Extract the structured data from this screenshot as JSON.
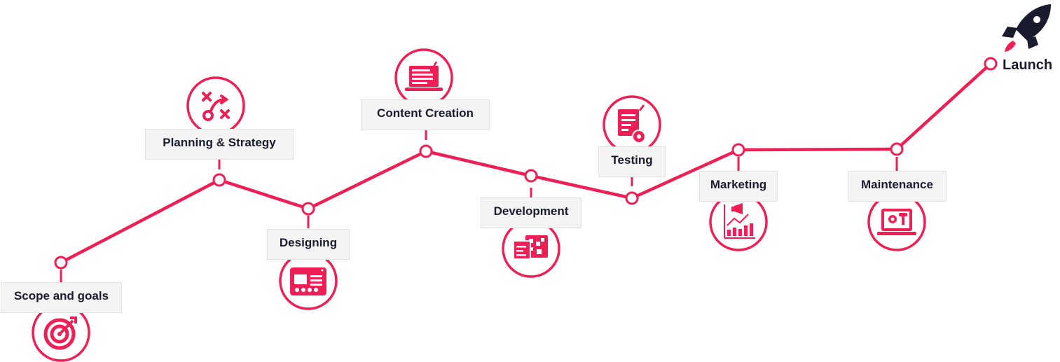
{
  "colors": {
    "accent": "#ef1f55",
    "dark": "#1b1b2f",
    "label_bg": "#f4f4f4"
  },
  "stages": [
    {
      "label": "Scope and goals",
      "icon": "target-icon"
    },
    {
      "label": "Planning & Strategy",
      "icon": "strategy-icon"
    },
    {
      "label": "Designing",
      "icon": "web-layout-icon"
    },
    {
      "label": "Content Creation",
      "icon": "laptop-document-icon"
    },
    {
      "label": "Development",
      "icon": "code-window-icon"
    },
    {
      "label": "Testing",
      "icon": "checklist-gear-icon"
    },
    {
      "label": "Marketing",
      "icon": "megaphone-chart-icon"
    },
    {
      "label": "Maintenance",
      "icon": "laptop-tools-icon"
    }
  ],
  "launch": {
    "label": "Launch",
    "icon": "rocket-icon"
  }
}
